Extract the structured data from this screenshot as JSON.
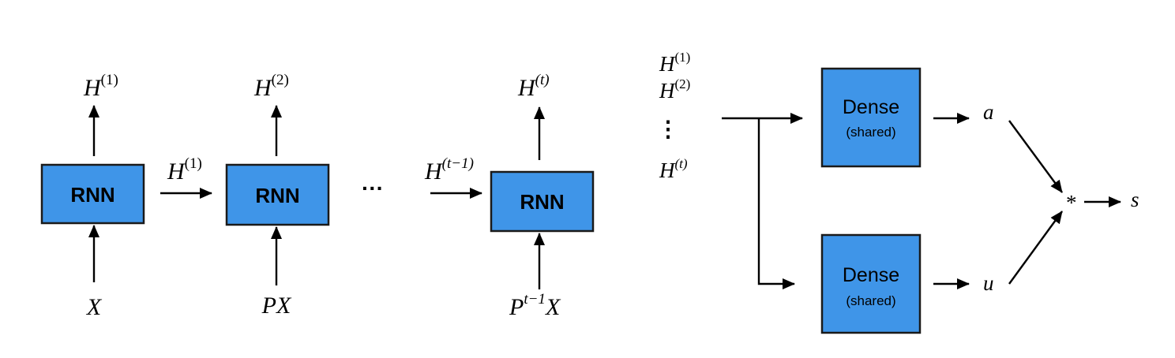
{
  "left_diagram": {
    "cells": [
      {
        "label": "RNN",
        "input": {
          "pre": "",
          "base": "X"
        },
        "output": {
          "base": "H",
          "sup": "(1)"
        }
      },
      {
        "label": "RNN",
        "input": {
          "pre": "P",
          "base": "X"
        },
        "output": {
          "base": "H",
          "sup": "(2)"
        }
      },
      {
        "label": "RNN",
        "input": {
          "pre": "P",
          "pre_sup": "t−1",
          "base": "X"
        },
        "output": {
          "base": "H",
          "sup": "(t)"
        }
      }
    ],
    "hidden_labels": [
      {
        "base": "H",
        "sup": "(1)"
      },
      {
        "base": "H",
        "sup": "(t−1)"
      }
    ],
    "ellipsis": "···"
  },
  "right_diagram": {
    "inputs": [
      {
        "base": "H",
        "sup": "(1)"
      },
      {
        "base": "H",
        "sup": "(2)"
      },
      {
        "base": "H",
        "sup": "(t)"
      }
    ],
    "vertical_ellipsis": "⋮",
    "dense_top": {
      "label": "Dense",
      "sublabel": "(shared)",
      "output": "a"
    },
    "dense_bottom": {
      "label": "Dense",
      "sublabel": "(shared)",
      "output": "u"
    },
    "product": "*",
    "result": "s"
  }
}
